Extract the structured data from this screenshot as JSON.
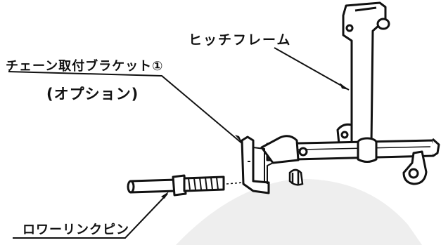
{
  "labels": {
    "hitch_frame": "ヒッチフレーム",
    "chain_bracket": "チェーン取付ブラケット①",
    "option": "(オプション)",
    "lower_link_pin": "ロワーリンクピン"
  },
  "colors": {
    "ink": "#111111",
    "background": "#ffffff",
    "watermark": "#eeeeee"
  }
}
